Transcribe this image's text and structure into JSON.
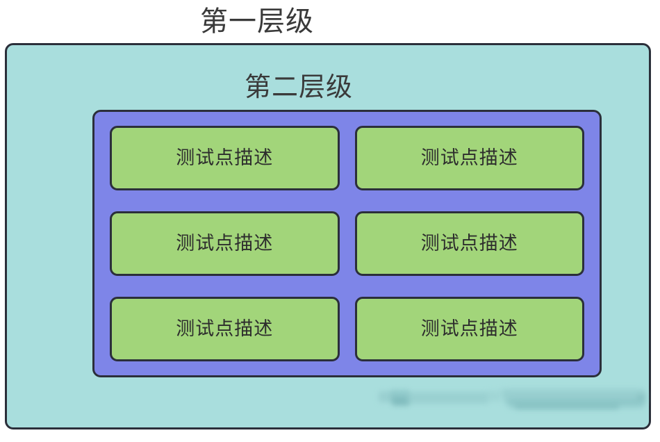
{
  "diagram": {
    "type": "nested-hierarchy",
    "background_color": "#ffffff",
    "level1": {
      "title": "第一层级",
      "fill_color": "#a9dedd",
      "border_color": "#2b2f3a"
    },
    "level2": {
      "title": "第二层级",
      "fill_color": "#7e85e8",
      "border_color": "#2b2f3a"
    },
    "cards": {
      "fill_color": "#a2d57a",
      "border_color": "#2b2f3a",
      "columns": 2,
      "rows": 3,
      "items": [
        {
          "label": "测试点描述"
        },
        {
          "label": "测试点描述"
        },
        {
          "label": "测试点描述"
        },
        {
          "label": "测试点描述"
        },
        {
          "label": "测试点描述"
        },
        {
          "label": "测试点描述"
        }
      ]
    },
    "watermark": {
      "description": "blurred-redacted-text",
      "legible": false
    }
  }
}
